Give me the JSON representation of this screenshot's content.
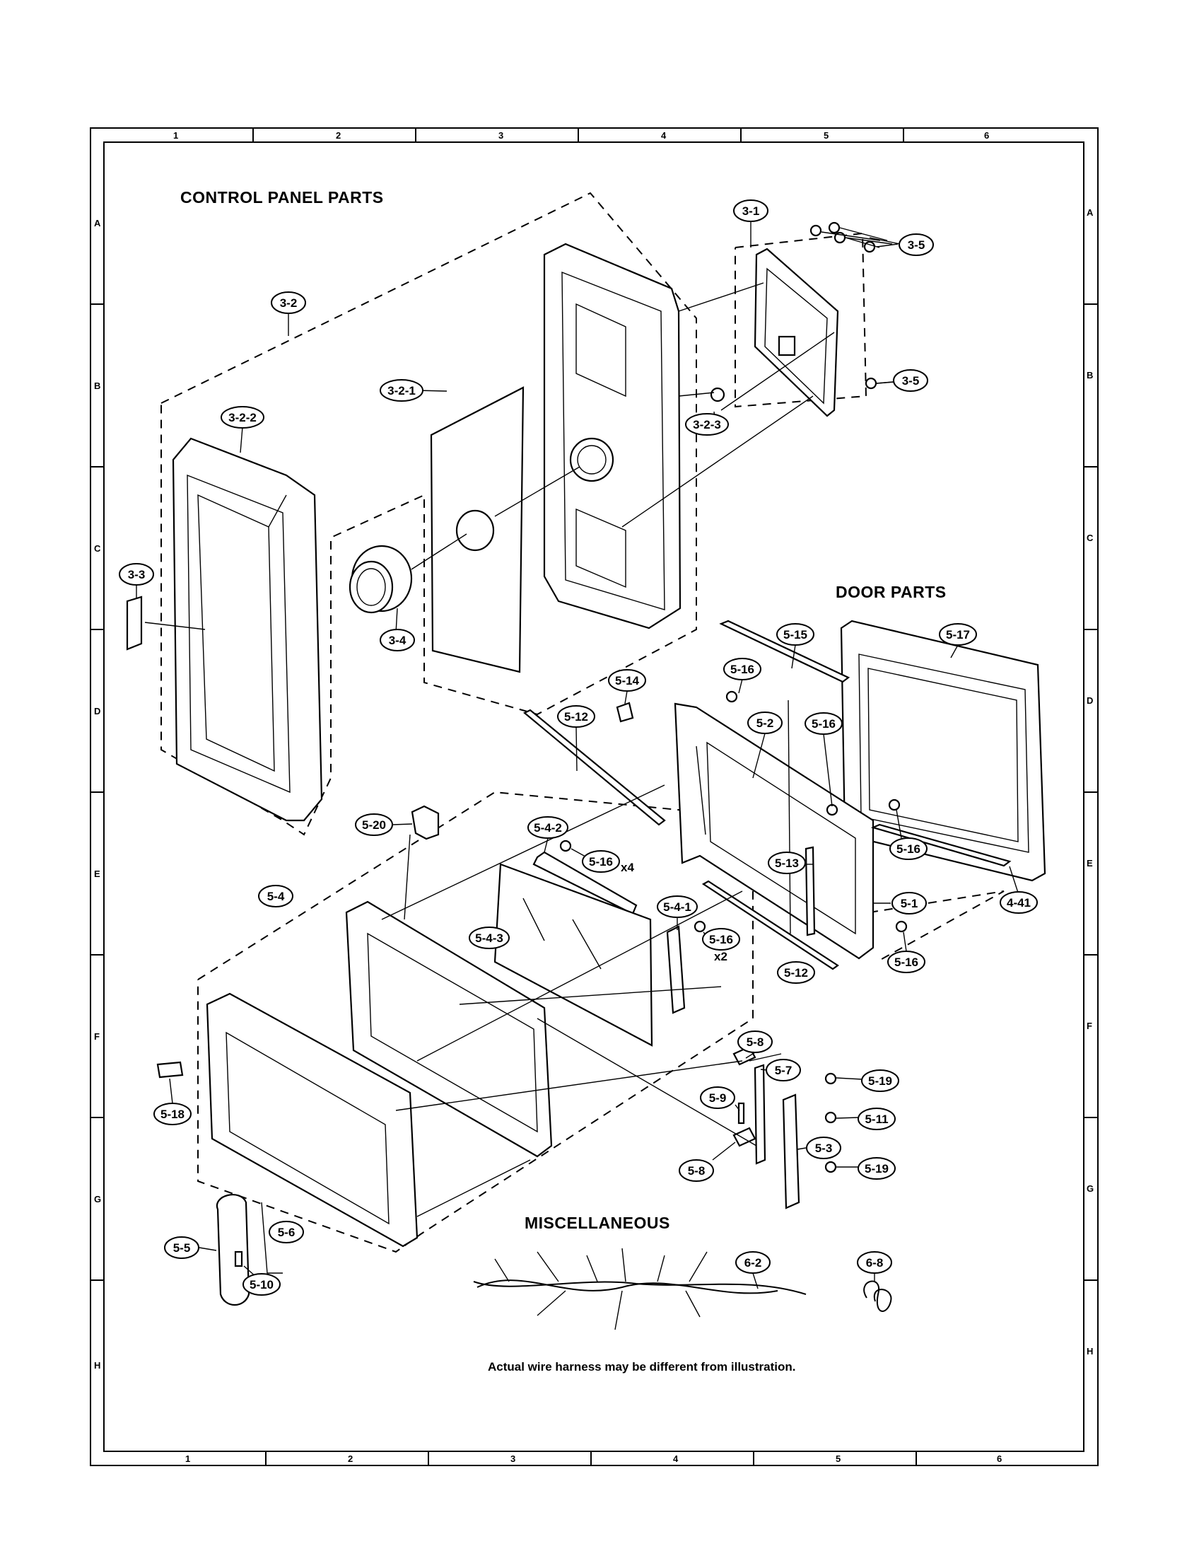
{
  "headings": {
    "control_panel": "CONTROL PANEL PARTS",
    "door": "DOOR PARTS",
    "misc": "MISCELLANEOUS"
  },
  "note": "Actual wire harness may be different from illustration.",
  "grid": {
    "columns": [
      "1",
      "2",
      "3",
      "4",
      "5",
      "6"
    ],
    "rows": [
      "A",
      "B",
      "C",
      "D",
      "E",
      "F",
      "G",
      "H"
    ]
  },
  "callouts": [
    {
      "id": "3-1",
      "label": "3-1"
    },
    {
      "id": "3-5a",
      "label": "3-5"
    },
    {
      "id": "3-5b",
      "label": "3-5"
    },
    {
      "id": "3-2",
      "label": "3-2"
    },
    {
      "id": "3-2-1",
      "label": "3-2-1"
    },
    {
      "id": "3-2-2",
      "label": "3-2-2"
    },
    {
      "id": "3-2-3",
      "label": "3-2-3"
    },
    {
      "id": "3-3",
      "label": "3-3"
    },
    {
      "id": "3-4",
      "label": "3-4"
    },
    {
      "id": "5-15",
      "label": "5-15"
    },
    {
      "id": "5-17",
      "label": "5-17"
    },
    {
      "id": "5-16a",
      "label": "5-16"
    },
    {
      "id": "5-14",
      "label": "5-14"
    },
    {
      "id": "5-12a",
      "label": "5-12"
    },
    {
      "id": "5-2",
      "label": "5-2"
    },
    {
      "id": "5-16b",
      "label": "5-16"
    },
    {
      "id": "5-16c",
      "label": "5-16"
    },
    {
      "id": "5-20",
      "label": "5-20"
    },
    {
      "id": "5-4-2",
      "label": "5-4-2"
    },
    {
      "id": "5-16d",
      "label": "5-16"
    },
    {
      "id": "5-13",
      "label": "5-13"
    },
    {
      "id": "5-1",
      "label": "5-1"
    },
    {
      "id": "4-41",
      "label": "4-41"
    },
    {
      "id": "5-4",
      "label": "5-4"
    },
    {
      "id": "5-4-3",
      "label": "5-4-3"
    },
    {
      "id": "5-4-1",
      "label": "5-4-1"
    },
    {
      "id": "5-16e",
      "label": "5-16"
    },
    {
      "id": "5-12b",
      "label": "5-12"
    },
    {
      "id": "5-16f",
      "label": "5-16"
    },
    {
      "id": "5-8a",
      "label": "5-8"
    },
    {
      "id": "5-7",
      "label": "5-7"
    },
    {
      "id": "5-19a",
      "label": "5-19"
    },
    {
      "id": "5-9",
      "label": "5-9"
    },
    {
      "id": "5-11",
      "label": "5-11"
    },
    {
      "id": "5-3",
      "label": "5-3"
    },
    {
      "id": "5-8b",
      "label": "5-8"
    },
    {
      "id": "5-19b",
      "label": "5-19"
    },
    {
      "id": "5-18",
      "label": "5-18"
    },
    {
      "id": "5-6",
      "label": "5-6"
    },
    {
      "id": "5-5",
      "label": "5-5"
    },
    {
      "id": "5-10",
      "label": "5-10"
    },
    {
      "id": "6-2",
      "label": "6-2"
    },
    {
      "id": "6-8",
      "label": "6-8"
    }
  ],
  "quantities": {
    "x4": "x4",
    "x2": "x2"
  }
}
